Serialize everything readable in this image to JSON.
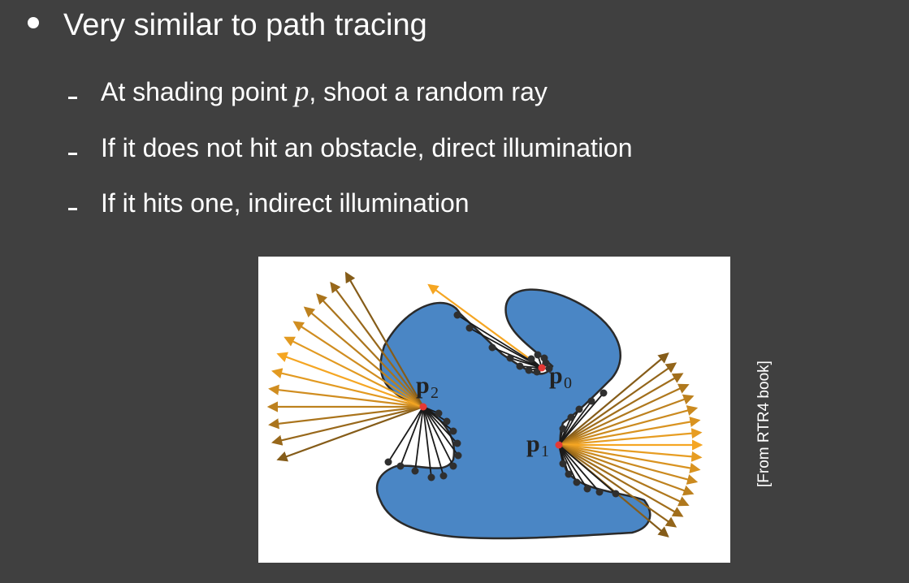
{
  "slide": {
    "bullet": "Very similar to path tracing",
    "sub_bullets": [
      {
        "pre": "At shading point ",
        "var": "p",
        "post": ", shoot a random ray"
      },
      {
        "text": "If it does not hit an obstacle, direct illumination"
      },
      {
        "text": "If it hits one, indirect illumination"
      }
    ],
    "caption": "[From RTR4 book]"
  },
  "figure": {
    "labels": {
      "p0": {
        "main": "p",
        "sub": "0"
      },
      "p1": {
        "main": "p",
        "sub": "1"
      },
      "p2": {
        "main": "p",
        "sub": "2"
      }
    },
    "colors": {
      "shape_fill": "#4a86c5",
      "shape_stroke": "#2a2a2a",
      "ray_near": "#f5a623",
      "ray_far": "#3a2a12",
      "point": "#e53935",
      "hit": "#2f2f2f"
    }
  }
}
